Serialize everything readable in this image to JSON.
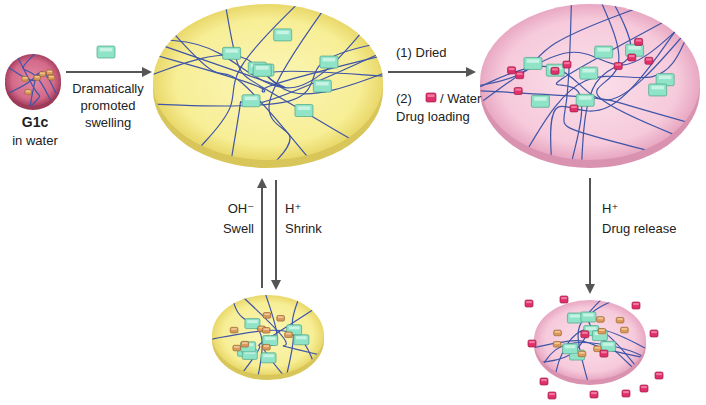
{
  "diagram": {
    "labels": [
      "G1c",
      "in water",
      "Dramatically promoted swelling",
      "(1) Dried",
      "(2)",
      "/ Water",
      "Drug loading",
      "OH⁻",
      "Swell",
      "H⁺",
      "Shrink",
      "H⁺",
      "Drug release"
    ]
  }
}
